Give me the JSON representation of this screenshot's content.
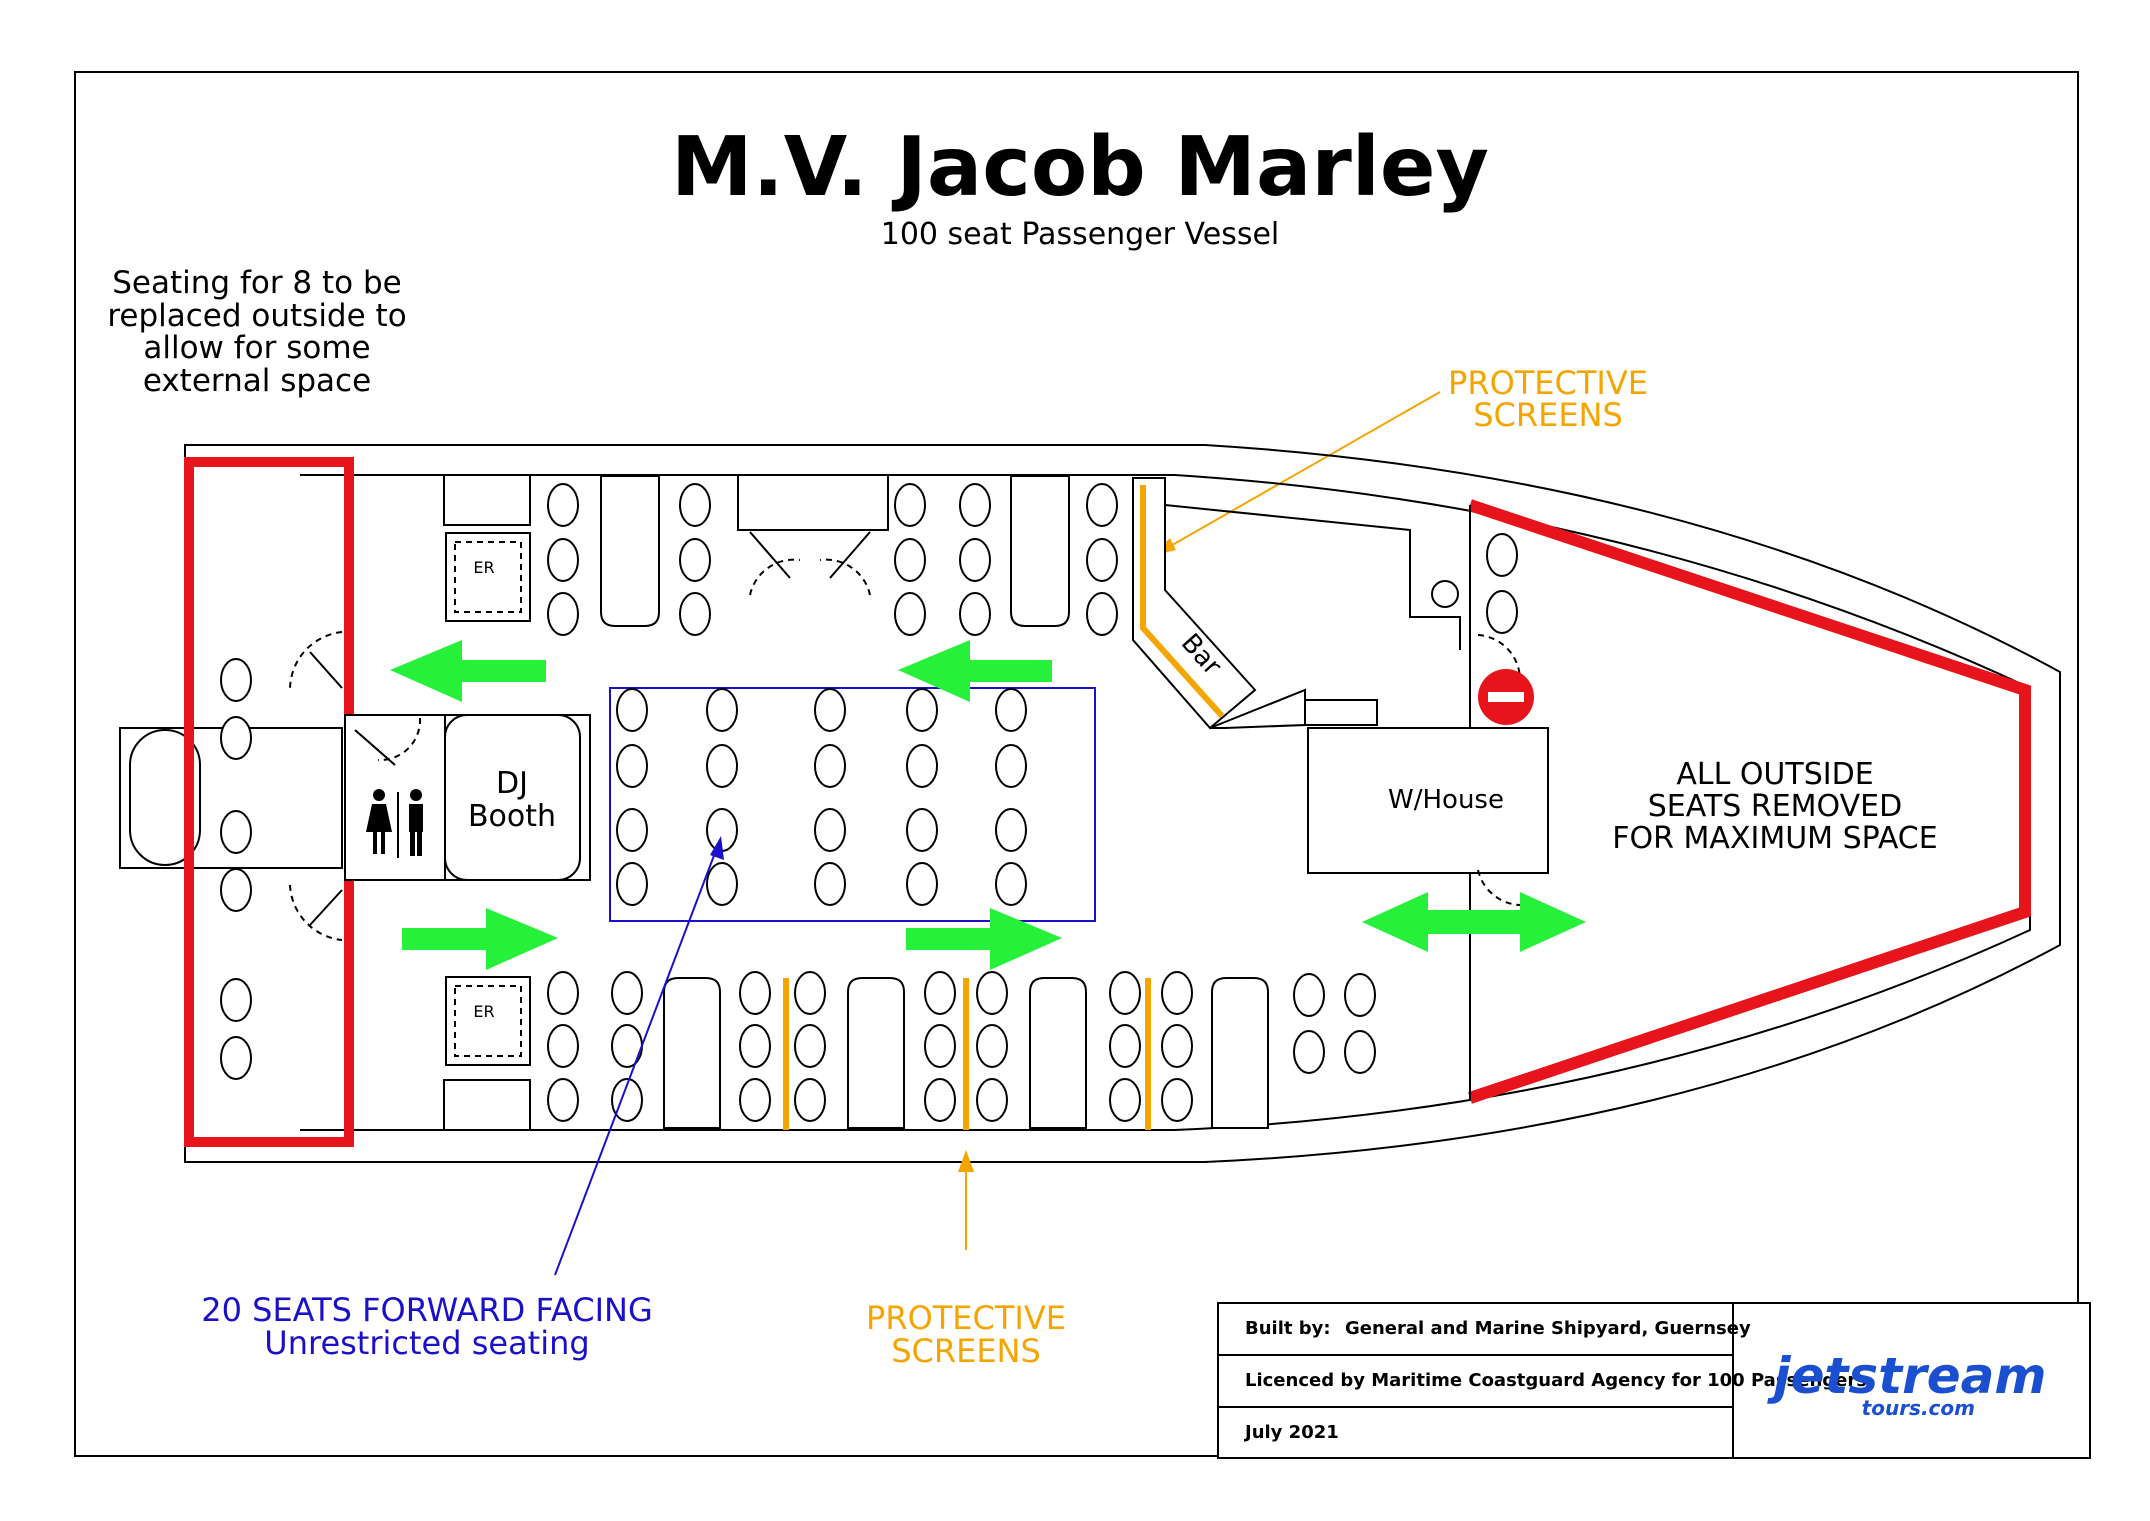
{
  "title": "M.V. Jacob Marley",
  "subtitle": "100 seat Passenger Vessel",
  "notes": {
    "external_seating": [
      "Seating for 8 to be",
      "replaced outside to",
      "allow for some",
      "external space"
    ],
    "outside_seats": [
      "ALL OUTSIDE",
      "SEATS REMOVED",
      "FOR MAXIMUM SPACE"
    ],
    "protective_top": [
      "PROTECTIVE",
      "SCREENS"
    ],
    "protective_bottom": [
      "PROTECTIVE",
      "SCREENS"
    ],
    "forward_seats": [
      "20 SEATS FORWARD FACING",
      "Unrestricted seating"
    ]
  },
  "rooms": {
    "dj_booth": [
      "DJ",
      "Booth"
    ],
    "wheelhouse": "W/House",
    "bar": "Bar",
    "er_top": "ER",
    "er_bottom": "ER"
  },
  "info_block": {
    "built_by_label": "Built by:",
    "built_by_value": "General and Marine Shipyard, Guernsey",
    "licence": "Licenced by Maritime Coastguard Agency for 100 Passengers",
    "date": "July 2021"
  },
  "logo": {
    "brand": "jetstream",
    "sub": "tours.com"
  },
  "colors": {
    "red_zone": "#e8141b",
    "arrow_green": "#27f03a",
    "screen_orange": "#f5a500",
    "forward_blue": "#1b10c9",
    "no_entry_red": "#e8141b"
  }
}
